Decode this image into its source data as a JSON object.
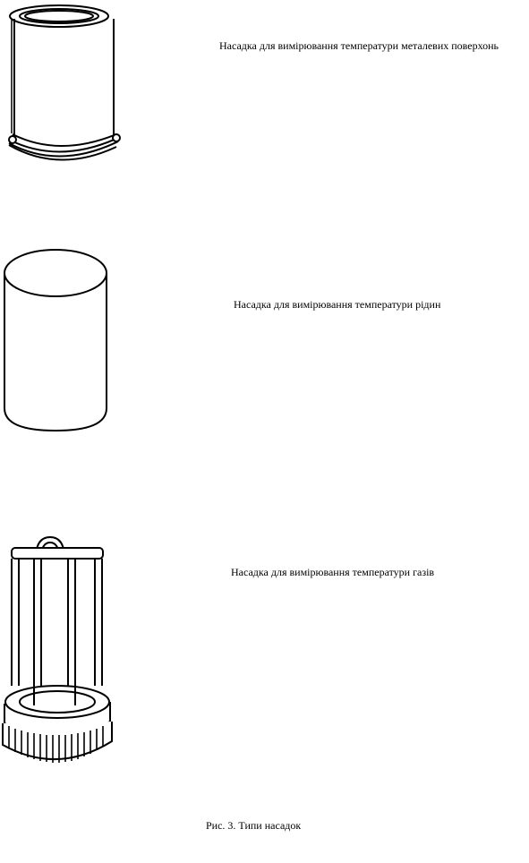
{
  "items": [
    {
      "label": "Насадка для вимірювання температури металевих поверхонь"
    },
    {
      "label": "Насадка для вимірювання температури рідин"
    },
    {
      "label": "Насадка для вимірювання температури газів"
    }
  ],
  "caption": "Рис. 3. Типи насадок"
}
